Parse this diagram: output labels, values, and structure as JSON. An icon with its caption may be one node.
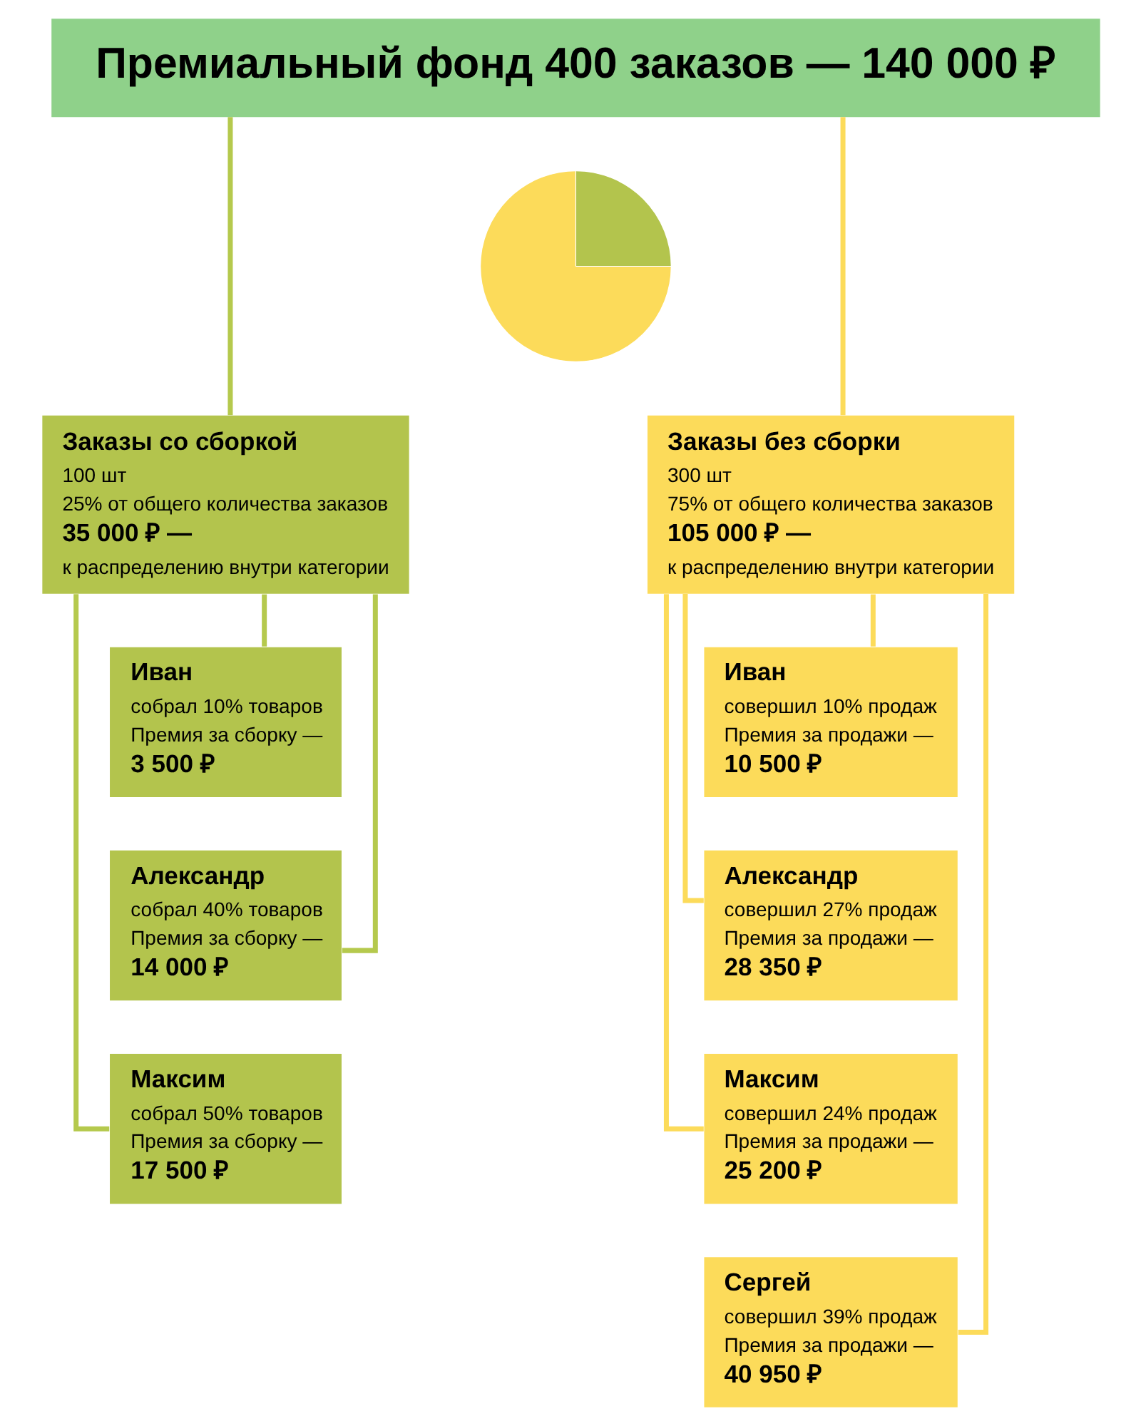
{
  "diagram": {
    "nodes": [
      {
        "text": [
          "Премиальный фонд 400 заказов — 140 000 ₽"
        ]
      },
      {
        "text": [],
        "shape": "picture"
      },
      {
        "text": [
          "Заказы со сборкой",
          "100 шт",
          "25% от общего количества заказов",
          "35 000 ₽ —",
          "к распределению внутри категории"
        ]
      },
      {
        "text": [
          "Заказы без сборки",
          "300 шт",
          "75% от общего количества заказов",
          "105 000 ₽ —",
          "к распределению внутри категории"
        ]
      },
      {
        "text": [
          "Иван",
          "собрал 10% товаров",
          "Премия за сборку —",
          "3 500 ₽"
        ]
      },
      {
        "text": [
          "Александр",
          "собрал 40% товаров",
          "Премия за сборку —",
          "14 000 ₽"
        ]
      },
      {
        "text": [
          "Максим",
          "собрал 50% товаров",
          "Премия за сборку —",
          "17 500 ₽"
        ]
      },
      {
        "text": [
          "Иван",
          "совершил 10% продаж",
          "Премия за продажи —",
          "10 500 ₽"
        ]
      },
      {
        "text": [
          "Александр",
          "совершил 27% продаж",
          "Премия за продажи —",
          "28 350 ₽"
        ]
      },
      {
        "text": [
          "Максим",
          "совершил 24% продаж",
          "Премия за продажи —",
          "25 200 ₽"
        ]
      },
      {
        "text": [
          "Сергей",
          "совершил 39% продаж",
          "Премия за продажи —",
          "40 950 ₽"
        ]
      }
    ],
    "edges": [
      {
        "from": 0,
        "to": 2,
        "arrow": "none",
        "color": "#b5c94d"
      },
      {
        "from": 0,
        "to": 3,
        "arrow": "none"
      },
      {
        "from": 2,
        "to": 4,
        "arrow": "none",
        "color": "#b5c94d"
      },
      {
        "from": 2,
        "to": 5,
        "arrow": "none",
        "color": "#b5c94d"
      },
      {
        "from": 2,
        "to": 6,
        "arrow": "none",
        "color": "#b5c94d"
      },
      {
        "from": 3,
        "to": 7,
        "arrow": "none"
      },
      {
        "from": 3,
        "to": 8,
        "arrow": "none"
      },
      {
        "from": 3,
        "to": 9,
        "arrow": "none"
      },
      {
        "from": 3,
        "to": 10,
        "arrow": "none"
      }
    ]
  }
}
